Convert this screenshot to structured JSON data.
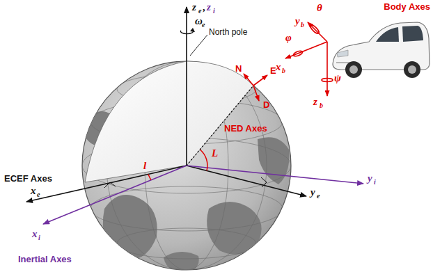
{
  "diagram": {
    "labels": [
      "z",
      "e",
      ",",
      "z",
      "i",
      "ω",
      "e",
      "North pole",
      "θ",
      "Body Axes",
      "y",
      "b",
      "φ",
      "x",
      "b",
      "ψ",
      "z",
      "b",
      "N",
      "E",
      "D",
      "NED Axes",
      "L",
      "l",
      "ECEF Axes",
      "x",
      "e",
      "y",
      "e",
      "x",
      "i",
      "Inertial Axes",
      "y",
      "i"
    ]
  }
}
